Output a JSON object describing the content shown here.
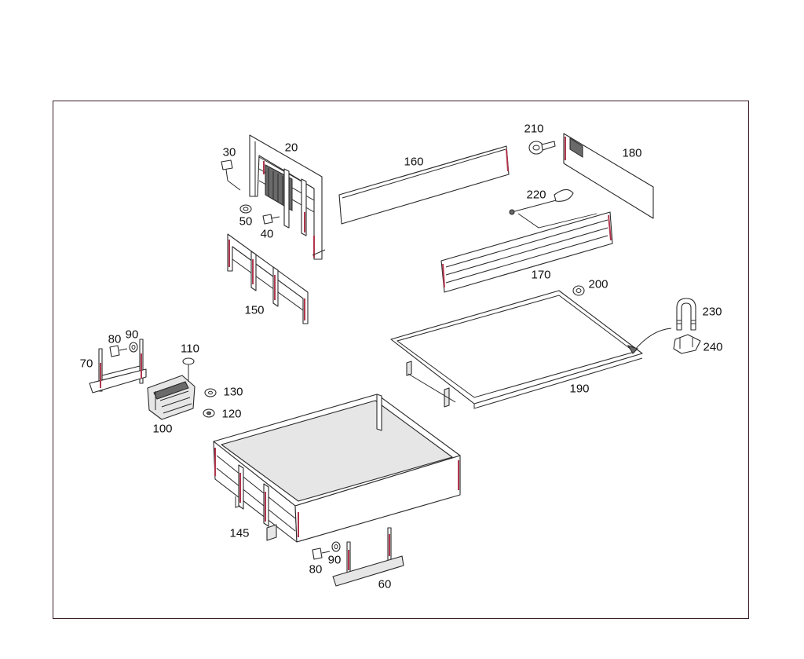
{
  "diagram": {
    "labels": {
      "p20": "20",
      "p30": "30",
      "p40": "40",
      "p50": "50",
      "p60": "60",
      "p70": "70",
      "p80a": "80",
      "p80b": "80",
      "p90a": "90",
      "p90b": "90",
      "p100": "100",
      "p110": "110",
      "p120": "120",
      "p130": "130",
      "p145": "145",
      "p150": "150",
      "p160": "160",
      "p170": "170",
      "p180": "180",
      "p190": "190",
      "p200": "200",
      "p210": "210",
      "p220": "220",
      "p230": "230",
      "p240": "240"
    }
  },
  "colors": {
    "frame": "#3a1e22",
    "line": "#2a2a2a",
    "accent": "#b0364c"
  }
}
